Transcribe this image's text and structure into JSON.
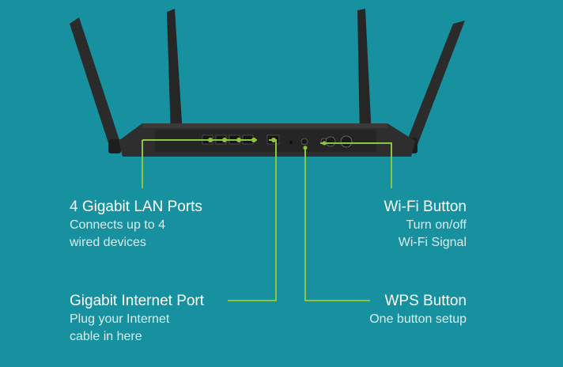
{
  "colors": {
    "background": "#17909f",
    "router_body": "#2e2e2e",
    "antenna": "#2b2b2b",
    "callout_line": "#8cc63f",
    "title_text": "#ffffff",
    "desc_text": "#d9eef1"
  },
  "callouts": {
    "lan": {
      "title": "4 Gigabit LAN Ports",
      "line1": "Connects up to 4",
      "line2": "wired devices"
    },
    "internet": {
      "title": "Gigabit Internet Port",
      "line1": "Plug your Internet",
      "line2": "cable in here"
    },
    "wifi": {
      "title": "Wi-Fi Button",
      "line1": "Turn on/off",
      "line2": "Wi-Fi Signal"
    },
    "wps": {
      "title": "WPS Button",
      "line1": "One button setup"
    }
  }
}
